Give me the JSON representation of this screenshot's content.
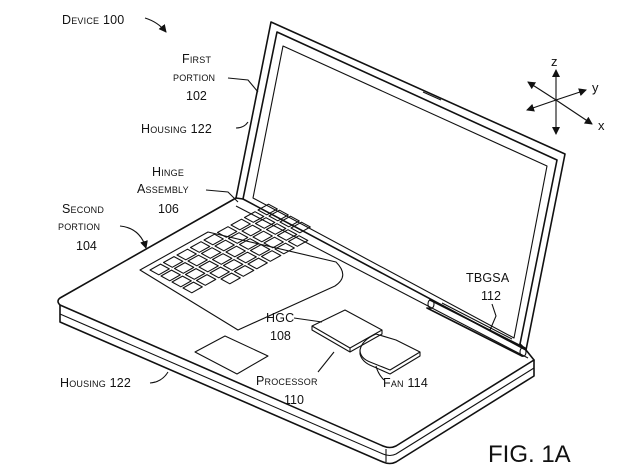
{
  "figure_label": "FIG. 1A",
  "labels": {
    "device": {
      "name": "Device",
      "num": "100"
    },
    "first_portion": {
      "line1": "First",
      "line2": "portion",
      "num": "102"
    },
    "housing_top": {
      "name": "Housing",
      "num": "122"
    },
    "hinge": {
      "line1": "Hinge",
      "line2": "Assembly",
      "num": "106"
    },
    "second_portion": {
      "line1": "Second",
      "line2": "portion",
      "num": "104"
    },
    "tbgsa": {
      "name": "TBGSA",
      "num": "112"
    },
    "hgc": {
      "name": "HGC",
      "num": "108"
    },
    "processor": {
      "name": "Processor",
      "num": "110"
    },
    "fan": {
      "name": "Fan",
      "num": "114"
    },
    "housing_bottom": {
      "name": "Housing",
      "num": "122"
    }
  },
  "axes": {
    "z": "z",
    "y": "y",
    "x": "x"
  }
}
